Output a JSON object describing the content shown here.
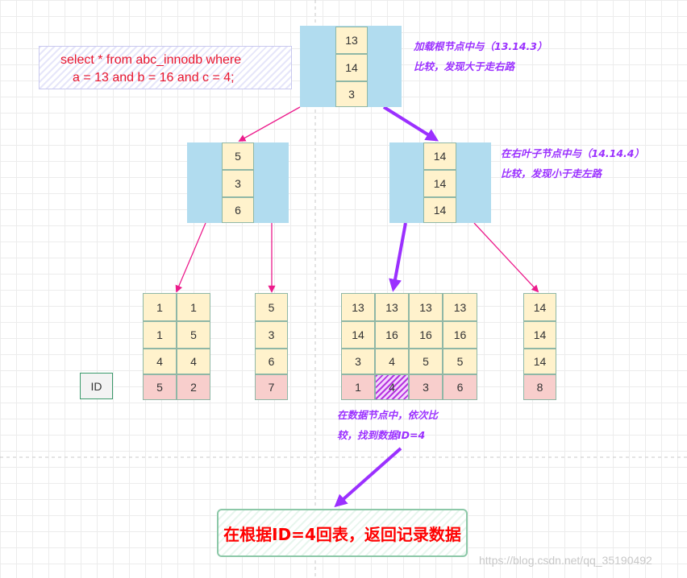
{
  "query": {
    "line1": "select * from abc_innodb where",
    "line2": "a = 13 and b = 16 and c = 4;"
  },
  "root_node": {
    "cells": [
      "13",
      "14",
      "3"
    ]
  },
  "left_internal": {
    "cells": [
      "5",
      "3",
      "6"
    ]
  },
  "right_internal": {
    "cells": [
      "14",
      "14",
      "14"
    ]
  },
  "leaf1": {
    "columns": [
      [
        "1",
        "1",
        "4",
        "5"
      ],
      [
        "1",
        "5",
        "4",
        "2"
      ]
    ]
  },
  "leaf2": {
    "columns": [
      [
        "5",
        "3",
        "6",
        "7"
      ]
    ]
  },
  "leaf3": {
    "columns": [
      [
        "13",
        "14",
        "3",
        "1"
      ],
      [
        "13",
        "16",
        "4",
        "4"
      ],
      [
        "13",
        "16",
        "5",
        "3"
      ],
      [
        "13",
        "16",
        "5",
        "6"
      ]
    ]
  },
  "leaf4": {
    "columns": [
      [
        "14",
        "14",
        "14",
        "8"
      ]
    ]
  },
  "id_legend": "ID",
  "notes": {
    "root": [
      "加载根节点中与（13.14.3）",
      "比较，发现大于走右路"
    ],
    "right": [
      "在右叶子节点中与（14.14.4）",
      "比较，发现小于走左路"
    ],
    "data": [
      "在数据节点中，依次比",
      "较，找到数据ID=4"
    ]
  },
  "result": "在根据ID=4回表，返回记录数据",
  "watermark": "https://blog.csdn.net/qq_35190492",
  "colors": {
    "node_bg": "#b1dcef",
    "key_cell": "#fff2cc",
    "id_cell": "#f8cecc",
    "arrow_thin": "#ec1c8c",
    "arrow_bold": "#9b30ff",
    "note_text": "#9b30ff",
    "sql_text": "#e8152e",
    "result_text": "#ff0000"
  }
}
